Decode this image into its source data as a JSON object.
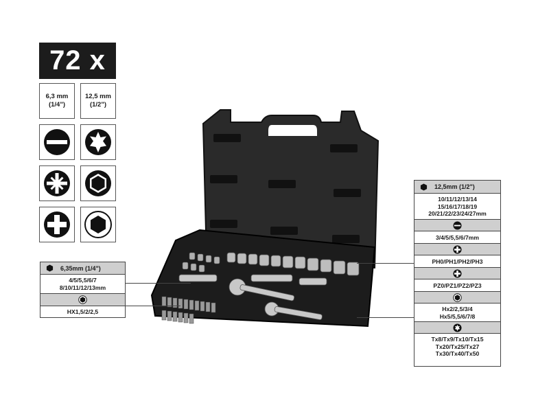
{
  "count": "72 x",
  "drive_left": "6,3 mm",
  "drive_left_sub": "(1/4\")",
  "drive_right": "12,5 mm",
  "drive_right_sub": "(1/2\")",
  "icons": [
    "slotted-icon",
    "torx-icon",
    "pozidriv-icon",
    "hex-socket-icon",
    "phillips-icon",
    "hex-key-icon"
  ],
  "left_table": {
    "header": "6,35mm (1/4\")",
    "sockets_line1": "4/5/5,5/6/7",
    "sockets_line2": "8/10/11/12/13mm",
    "hex_bits": "HX1,5/2/2,5"
  },
  "right_table": {
    "header": "12,5mm (1/2\")",
    "sockets_line1": "10/11/12/13/14",
    "sockets_line2": "15/16/17/18/19",
    "sockets_line3": "20/21/22/23/24/27mm",
    "slotted": "3/4/5/5,5/6/7mm",
    "phillips": "PH0/PH1/PH2/PH3",
    "pozidriv": "PZ0/PZ1/PZ2/PZ3",
    "hex_line1": "Hx2/2,5/3/4",
    "hex_line2": "Hx5/5,5/6/7/8",
    "torx_line1": "Tx8/Tx9/Tx10/Tx15",
    "torx_line2": "Tx20/Tx25/Tx27",
    "torx_line3": "Tx30/Tx40/Tx50"
  }
}
